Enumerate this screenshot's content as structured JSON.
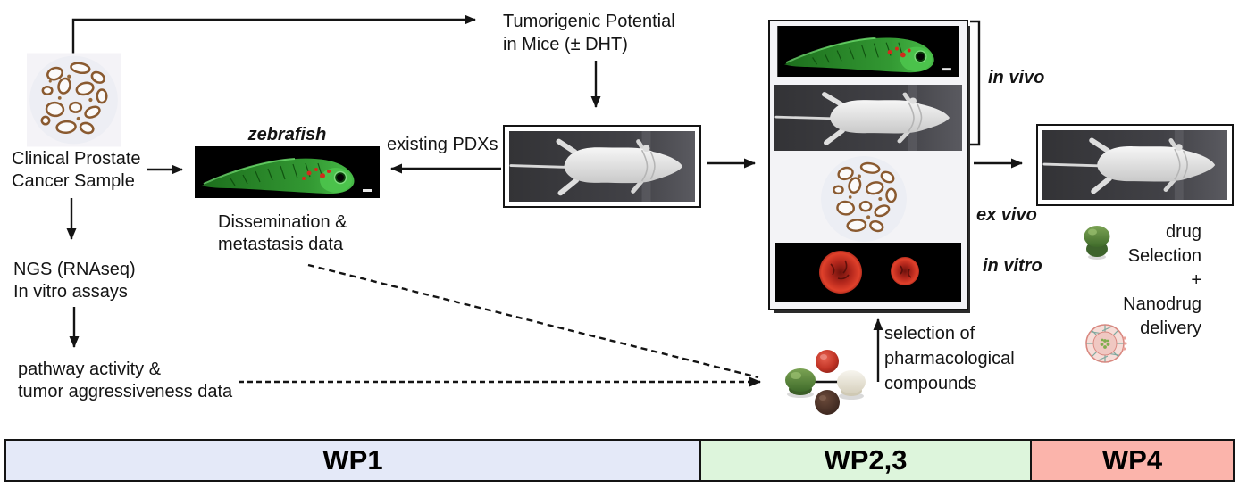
{
  "diagram": {
    "tumorigenic": {
      "line1": "Tumorigenic Potential",
      "line2": "in Mice (± DHT)"
    },
    "clinical": {
      "line1": "Clinical Prostate",
      "line2": "Cancer Sample"
    },
    "zebrafish_label": "zebrafish",
    "existing_pdxs": "existing PDXs",
    "dissemination": {
      "line1": "Dissemination &",
      "line2": "metastasis data"
    },
    "ngs": {
      "line1": "NGS (RNAseq)",
      "line2": "In vitro assays"
    },
    "pathway": {
      "line1": "pathway activity &",
      "line2": "tumor aggressiveness data"
    },
    "selection": {
      "line1": "selection of",
      "line2": "pharmacological",
      "line3": "compounds"
    },
    "panel_labels": {
      "in_vivo": "in vivo",
      "ex_vivo": "ex vivo",
      "in_vitro": "in vitro"
    },
    "drug_block": {
      "line1": "drug",
      "line2": "Selection",
      "line3": "+",
      "line4": "Nanodrug",
      "line5": "delivery"
    }
  },
  "wp_bands": [
    {
      "label": "WP1",
      "color": "#e4e9f8"
    },
    {
      "label": "WP2,3",
      "color": "#ddf5dc"
    },
    {
      "label": "WP4",
      "color": "#fbb4ab"
    }
  ],
  "icons": {
    "histology_core": "tissue-microarray-core-image",
    "zebrafish_embryo": "zebrafish-embryo-fluorescence-image",
    "mouse_xenograft": "mouse-xenograft-image",
    "tumor_spheroids": "tumor-spheroid-fluorescence-image",
    "drug_compounds": "drug-compounds-image",
    "green_capsule": "green-capsule-icon",
    "nanoparticle": "nanoparticle-liposome-icon"
  },
  "colors": {
    "arrow": "#1a1a1a",
    "zebrafish_green": "#3fae3f",
    "spheroid_red": "#c0321f",
    "histology_brown": "#8a5a30"
  }
}
